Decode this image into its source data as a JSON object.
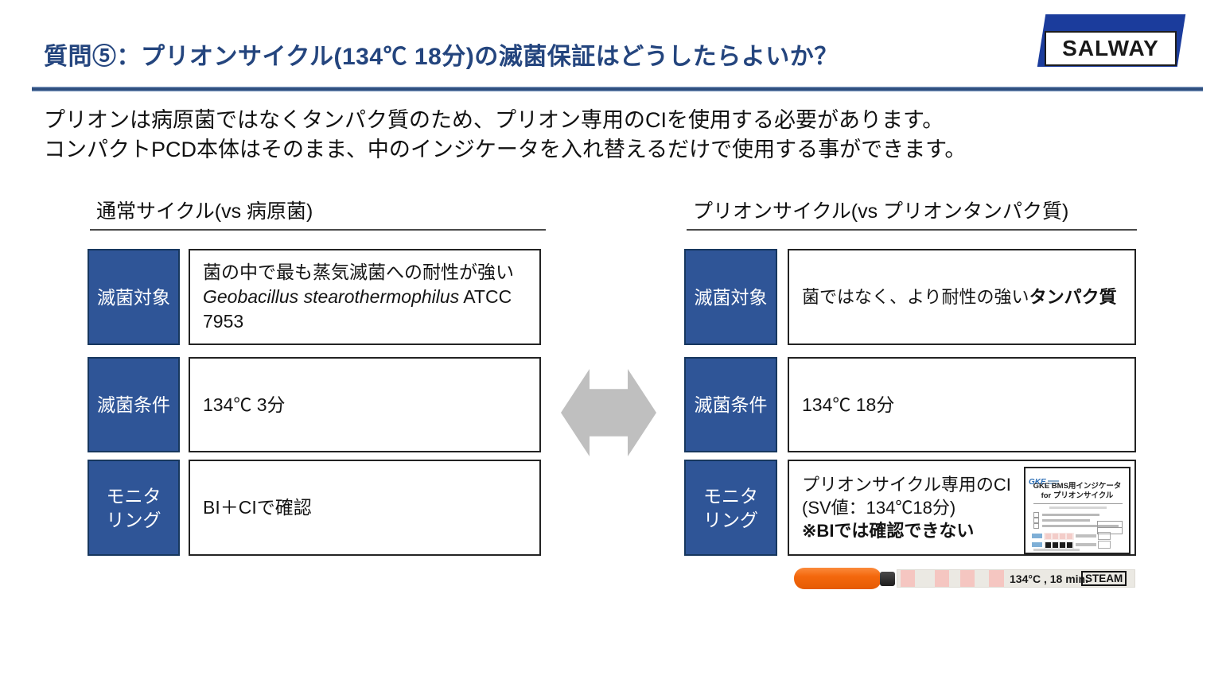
{
  "slide": {
    "title": "質問⑤：プリオンサイクル(134℃ 18分)の滅菌保証はどうしたらよいか？",
    "logo": "SALWAY",
    "intro_line1": "プリオンは病原菌ではなくタンパク質のため、プリオン専用のCIを使用する必要があります。",
    "intro_line2": "コンパクトPCD本体はそのまま、中のインジケータを入れ替えるだけで使用する事ができます。"
  },
  "left_table": {
    "heading": "通常サイクル(vs 病原菌)",
    "row1_label": "滅菌対象",
    "row1_line1": "菌の中で最も蒸気滅菌への耐性が強い",
    "row1_species": "Geobacillus stearothermophilus",
    "row1_tail": " ATCC 7953",
    "row2_label": "滅菌条件",
    "row2_value": "134℃ 3分",
    "row3_label_line1": "モニタ",
    "row3_label_line2": "リング",
    "row3_value": "BI＋CIで確認"
  },
  "right_table": {
    "heading": "プリオンサイクル(vs プリオンタンパク質)",
    "row1_label": "滅菌対象",
    "row1_normal": "菌ではなく、より耐性の強い",
    "row1_bold": "タンパク質",
    "row2_label": "滅菌条件",
    "row2_value": "134℃ 18分",
    "row3_label_line1": "モニタ",
    "row3_label_line2": "リング",
    "row3_line1": "プリオンサイクル専用のCI",
    "row3_line2": "(SV値：134℃18分)",
    "row3_line3": "※BIでは確認できない"
  },
  "ci_card": {
    "brand": "GKE",
    "title_line1": "GKE BMS用インジケータ",
    "title_line2": "for プリオンサイクル"
  },
  "indicator_strip": {
    "label": "134°C , 18 min.",
    "steam": "STEAM"
  },
  "colors": {
    "title_navy": "#24457E",
    "cell_blue": "#2F5597",
    "logo_blue": "#1B3C9C",
    "arrow_gray": "#BFBFBF",
    "pen_orange": "#F4680D",
    "strip_pink": "#F5C6C1"
  }
}
